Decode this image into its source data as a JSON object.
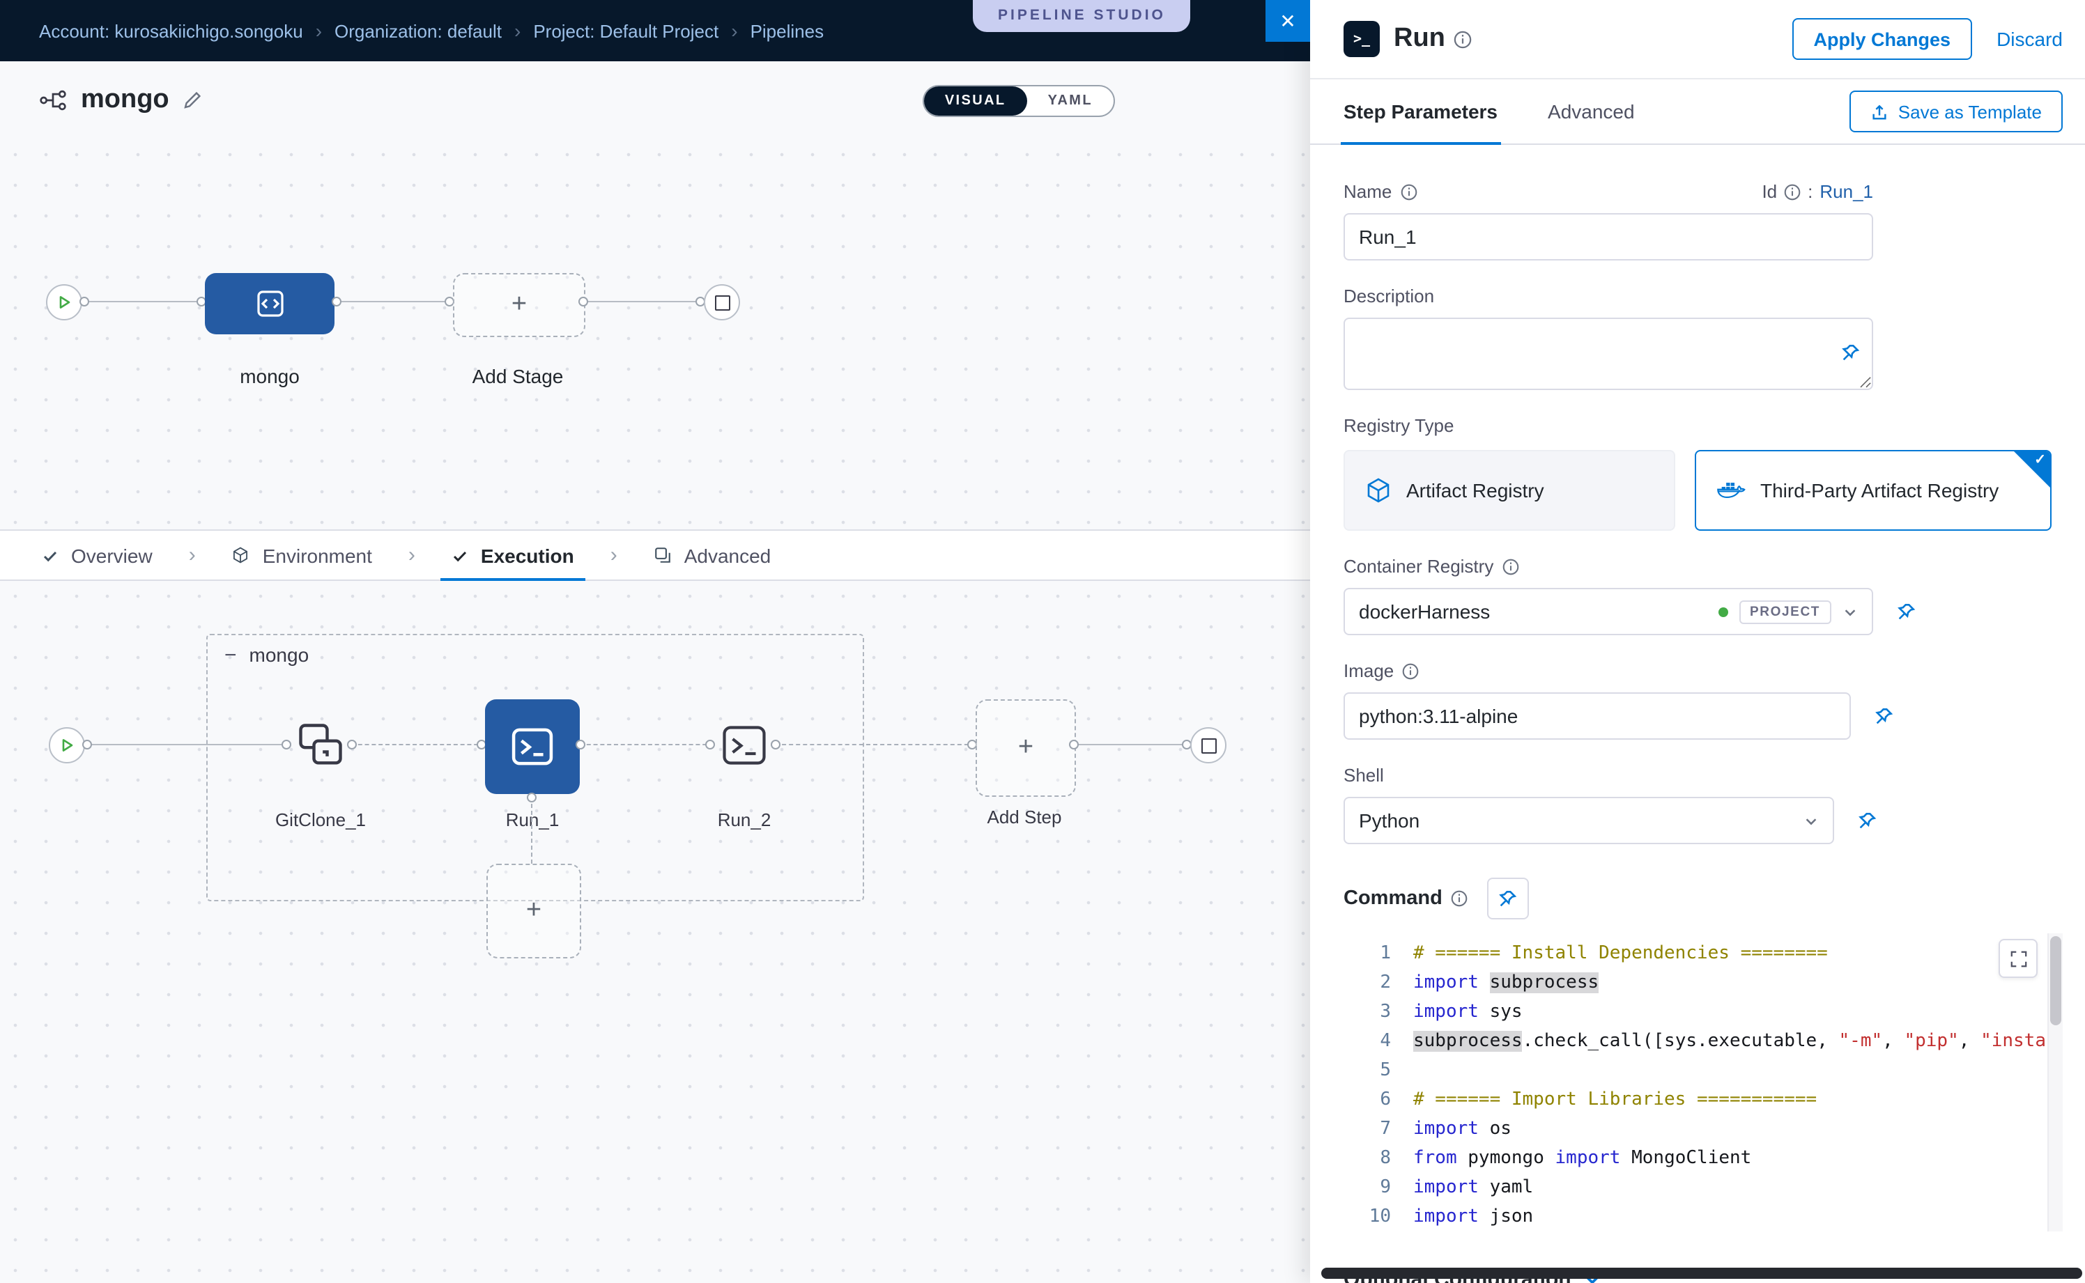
{
  "colors": {
    "accent": "#0278d5",
    "navy_header": "#07182b",
    "node_blue": "#255ba3",
    "canvas_bg": "#f8f9fb",
    "border": "#d9dae5",
    "success_green": "#42ab45",
    "badge_bg": "#c9cef1",
    "code_comment": "#8f8300",
    "code_keyword": "#2626cf",
    "code_string": "#c22f2f"
  },
  "icons": {
    "close": "✕",
    "plus": "+",
    "minus": "−",
    "check": "✓",
    "breadcrumb_separator": "›",
    "tab_separator": "›"
  },
  "topbar": {
    "breadcrumbs": [
      "Account: kurosakiichigo.songoku",
      "Organization: default",
      "Project: Default Project",
      "Pipelines"
    ],
    "studio_badge": "PIPELINE STUDIO"
  },
  "pipeline": {
    "title": "mongo",
    "view_toggle": {
      "visual": "VISUAL",
      "yaml": "YAML"
    },
    "stage_graph": {
      "stage_label": "mongo",
      "add_stage_label": "Add Stage"
    },
    "tabs": [
      {
        "label": "Overview"
      },
      {
        "label": "Environment"
      },
      {
        "label": "Execution",
        "active": true
      },
      {
        "label": "Advanced"
      }
    ],
    "execution_graph": {
      "group_label": "mongo",
      "steps": [
        {
          "label": "GitClone_1"
        },
        {
          "label": "Run_1",
          "selected": true
        },
        {
          "label": "Run_2"
        }
      ],
      "add_step_label": "Add Step"
    }
  },
  "panel": {
    "title": "Run",
    "apply_button": "Apply Changes",
    "discard_button": "Discard",
    "tabs": {
      "step_parameters": "Step Parameters",
      "advanced": "Advanced"
    },
    "save_as_template": "Save as Template",
    "name_label": "Name",
    "name_value": "Run_1",
    "id_label": "Id",
    "id_separator": ":",
    "id_value": "Run_1",
    "description_label": "Description",
    "registry_type_label": "Registry Type",
    "registry_options": [
      {
        "label": "Artifact Registry"
      },
      {
        "label": "Third-Party Artifact Registry",
        "selected": true
      }
    ],
    "container_registry_label": "Container Registry",
    "container_registry_value": "dockerHarness",
    "container_registry_scope": "PROJECT",
    "image_label": "Image",
    "image_value": "python:3.11-alpine",
    "shell_label": "Shell",
    "shell_value": "Python",
    "command_label": "Command",
    "optional_configuration_label": "Optional Configuration",
    "code": {
      "language": "python",
      "lines": [
        {
          "n": 1,
          "tokens": [
            [
              "comment",
              "# ====== Install Dependencies ========"
            ]
          ]
        },
        {
          "n": 2,
          "tokens": [
            [
              "keyword",
              "import"
            ],
            [
              "plain",
              " "
            ],
            [
              "hl",
              "subprocess"
            ]
          ]
        },
        {
          "n": 3,
          "tokens": [
            [
              "keyword",
              "import"
            ],
            [
              "plain",
              " sys"
            ]
          ]
        },
        {
          "n": 4,
          "tokens": [
            [
              "hl",
              "subprocess"
            ],
            [
              "plain",
              ".check_call([sys.executable, "
            ],
            [
              "string",
              "\"-m\""
            ],
            [
              "plain",
              ", "
            ],
            [
              "string",
              "\"pip\""
            ],
            [
              "plain",
              ", "
            ],
            [
              "string",
              "\"install\""
            ],
            [
              "plain",
              ", "
            ]
          ]
        },
        {
          "n": 5,
          "tokens": []
        },
        {
          "n": 6,
          "tokens": [
            [
              "comment",
              "# ====== Import Libraries ==========="
            ]
          ]
        },
        {
          "n": 7,
          "tokens": [
            [
              "keyword",
              "import"
            ],
            [
              "plain",
              " os"
            ]
          ]
        },
        {
          "n": 8,
          "tokens": [
            [
              "keyword",
              "from"
            ],
            [
              "plain",
              " pymongo "
            ],
            [
              "keyword",
              "import"
            ],
            [
              "plain",
              " MongoClient"
            ]
          ]
        },
        {
          "n": 9,
          "tokens": [
            [
              "keyword",
              "import"
            ],
            [
              "plain",
              " yaml"
            ]
          ]
        },
        {
          "n": 10,
          "tokens": [
            [
              "keyword",
              "import"
            ],
            [
              "plain",
              " json"
            ]
          ]
        }
      ]
    }
  }
}
